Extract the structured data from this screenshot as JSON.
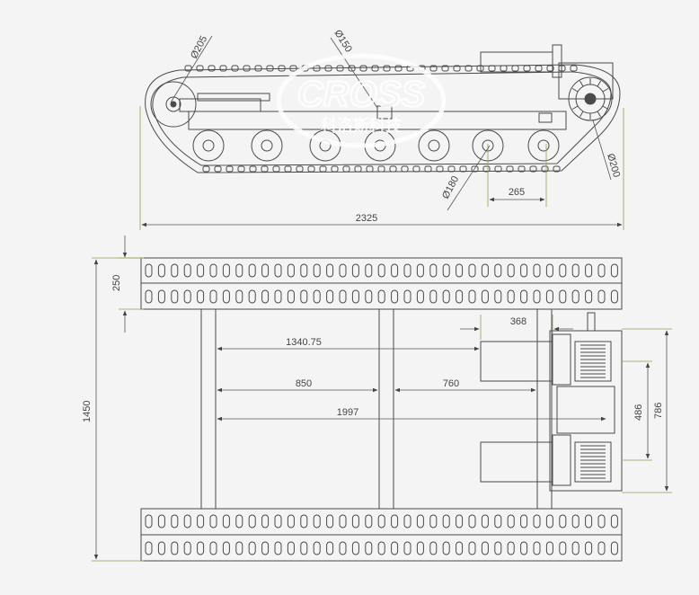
{
  "dimensions": {
    "overall_length": "2325",
    "overall_width": "1450",
    "track_width": "250",
    "dist_1340": "1340.75",
    "dist_850": "850",
    "dist_760": "760",
    "dist_1997": "1997",
    "dist_368": "368",
    "dist_486": "486",
    "dist_786": "786",
    "roller_pitch": "265",
    "dia_idler": "Ø205",
    "dia_top": "Ø150",
    "dia_roller": "Ø180",
    "dia_sprocket": "Ø200"
  },
  "watermark": {
    "text": "CROSS",
    "subtext": "科洛斯科技"
  },
  "colors": {
    "line": "#4a4a4a",
    "dimension": "#555555",
    "extension": "#9a9a55",
    "background": "#f4f4f4"
  }
}
